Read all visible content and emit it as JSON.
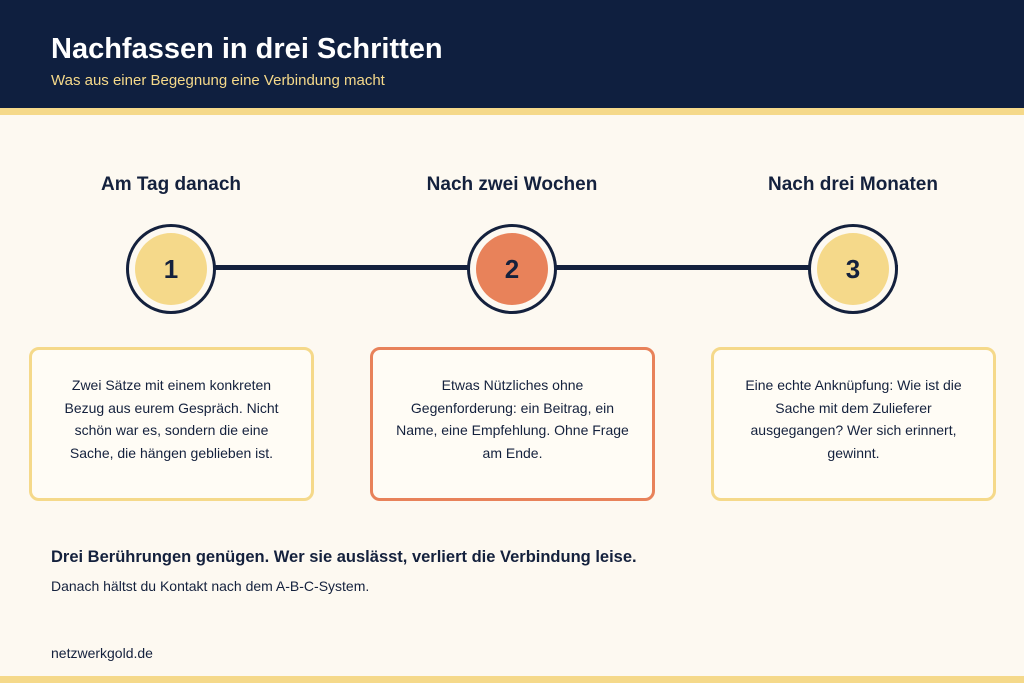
{
  "header": {
    "title": "Nachfassen in drei Schritten",
    "subtitle": "Was aus einer Begegnung eine Verbindung macht"
  },
  "steps": [
    {
      "heading": "Am Tag danach",
      "number": "1",
      "text": "Zwei Sätze mit einem konkreten Bezug aus eurem Gespräch. Nicht schön war es, sondern die eine Sache, die hängen geblieben ist.",
      "fill_color": "#f5d98a",
      "card_border": "#f5d98a"
    },
    {
      "heading": "Nach zwei Wochen",
      "number": "2",
      "text": "Etwas Nützliches ohne Gegenforderung: ein Beitrag, ein Name, eine Empfehlung. Ohne Frage am Ende.",
      "fill_color": "#e8825a",
      "card_border": "#e8825a"
    },
    {
      "heading": "Nach drei Monaten",
      "number": "3",
      "text": "Eine echte Anknüpfung: Wie ist die Sache mit dem Zulieferer ausgegangen? Wer sich erinnert, gewinnt.",
      "fill_color": "#f5d98a",
      "card_border": "#f5d98a"
    }
  ],
  "summary": {
    "statement": "Drei Berührungen genügen. Wer sie auslässt, verliert die Verbindung leise.",
    "note": "Danach hältst du Kontakt nach dem A-B-C-System."
  },
  "footer": {
    "brand": "netzwerkgold.de"
  },
  "colors": {
    "navy": "#0f1f3f",
    "gold": "#f5d98a",
    "coral": "#e8825a",
    "background": "#fdf9f1"
  }
}
